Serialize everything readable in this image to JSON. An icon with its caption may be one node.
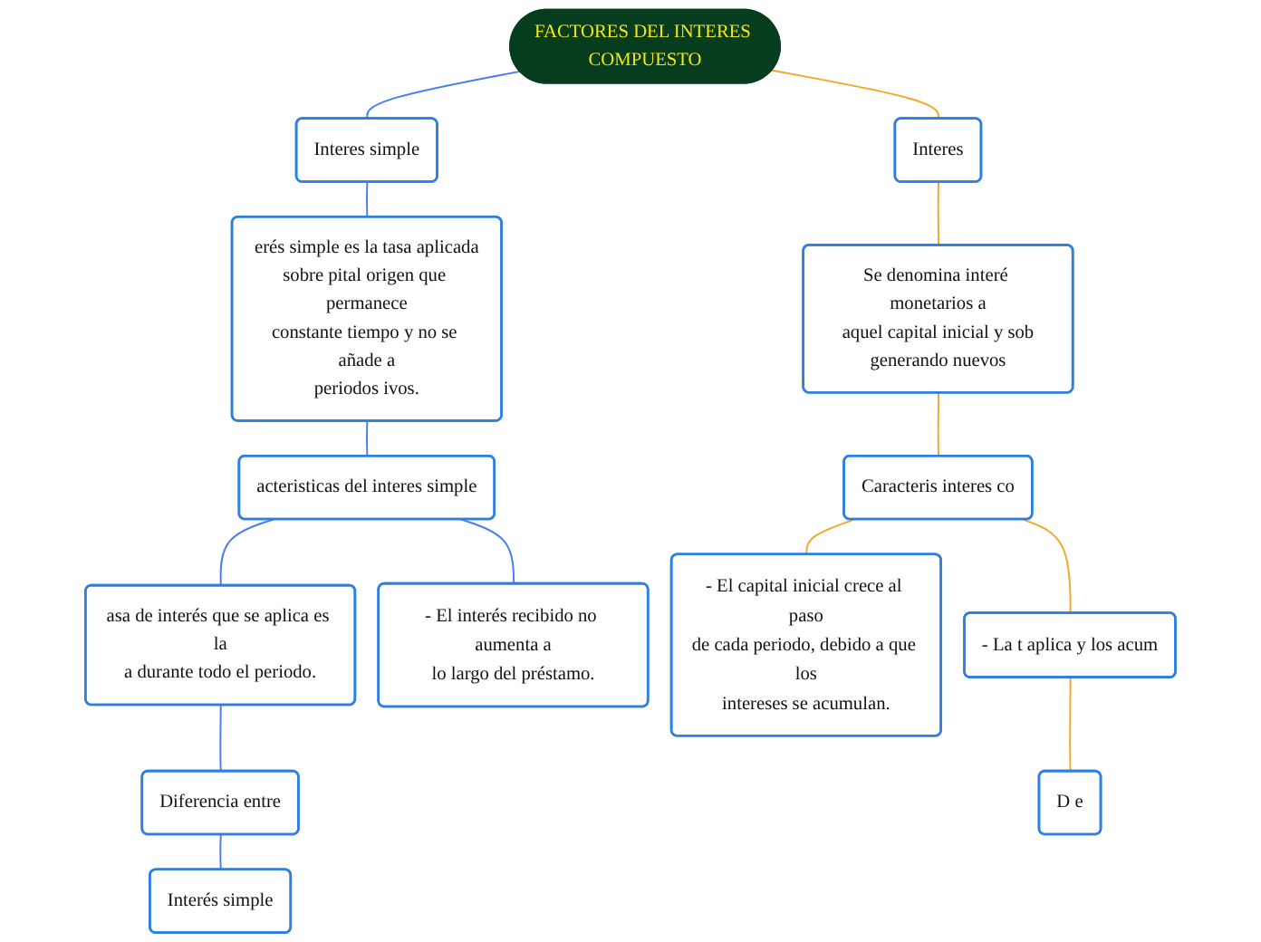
{
  "diagram": {
    "nodes": [
      {
        "text": [
          "FACTORES DEL INTERES COMPUESTO"
        ]
      },
      {
        "text": [
          "Interes simple"
        ]
      },
      {
        "text": [
          "erés simple es la tasa aplicada sobre pital origen que permanece constante tiempo y no se añade a periodos ivos."
        ]
      },
      {
        "text": [
          "acteristicas del interes simple"
        ]
      },
      {
        "text": [
          "asa de interés que se aplica es la a durante todo el periodo."
        ]
      },
      {
        "text": [
          "- El interés recibido no aumenta a lo largo del préstamo."
        ]
      },
      {
        "text": [
          "Diferencia entre"
        ]
      },
      {
        "text": [
          "Interés simple"
        ]
      },
      {
        "text": [
          "Interes"
        ]
      },
      {
        "text": [
          "Se denomina interé monetarios a aquel capital inicial y sob generando nuevos"
        ]
      },
      {
        "text": [
          "Caracteris interes co"
        ]
      },
      {
        "text": [
          "- El capital inicial crece al paso de cada periodo, debido a que los intereses se acumulan."
        ]
      },
      {
        "text": [
          "- La t aplica y los acum"
        ]
      },
      {
        "text": [
          "D e"
        ]
      }
    ],
    "edges": [
      {
        "from": 0,
        "to": 1,
        "arrow": "none"
      },
      {
        "from": 1,
        "to": 2,
        "arrow": "none"
      },
      {
        "from": 2,
        "to": 3,
        "arrow": "none"
      },
      {
        "from": 3,
        "to": 4,
        "arrow": "none"
      },
      {
        "from": 3,
        "to": 5,
        "arrow": "none"
      },
      {
        "from": 4,
        "to": 6,
        "arrow": "none"
      },
      {
        "from": 6,
        "to": 7,
        "arrow": "none"
      },
      {
        "from": 0,
        "to": 8,
        "arrow": "none",
        "color": "#f5a623"
      },
      {
        "from": 8,
        "to": 9,
        "arrow": "none",
        "color": "#f5a623"
      },
      {
        "from": 9,
        "to": 10,
        "arrow": "none",
        "color": "#f5a623"
      },
      {
        "from": 10,
        "to": 11,
        "arrow": "none",
        "color": "#f5a623"
      },
      {
        "from": 10,
        "to": 12,
        "arrow": "none",
        "color": "#f5a623"
      },
      {
        "from": 12,
        "to": 13,
        "arrow": "none",
        "color": "#f5a623"
      }
    ]
  }
}
